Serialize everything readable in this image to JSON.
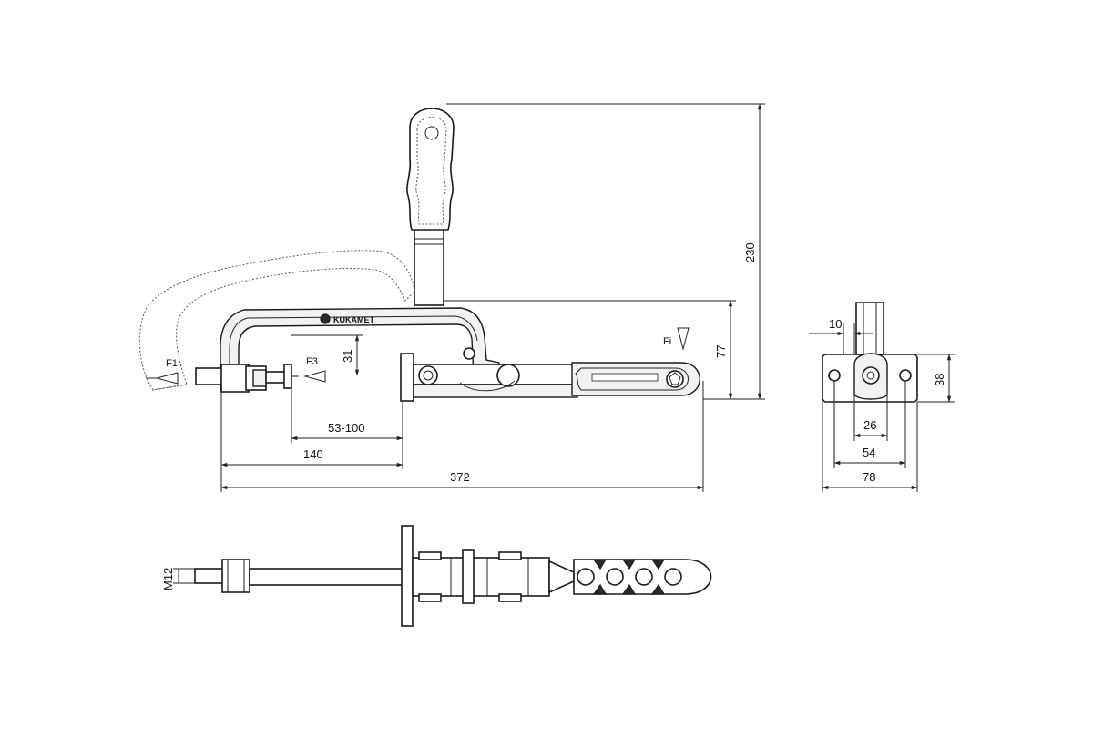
{
  "dimensions": {
    "overall_length": "372",
    "base_to_pivot": "140",
    "spindle_adjust": "53-100",
    "spindle_height": "31",
    "height_closed": "77",
    "height_open": "230",
    "slot_offset": "10",
    "base_width": "38",
    "hole_spacing_inner": "26",
    "hole_spacing_outer": "54",
    "base_length": "78",
    "thread_size": "M12"
  },
  "forces": {
    "f1": "F1",
    "f3": "F3",
    "fi": "Fi"
  },
  "brand": {
    "logo_text": "KUKAMET"
  }
}
